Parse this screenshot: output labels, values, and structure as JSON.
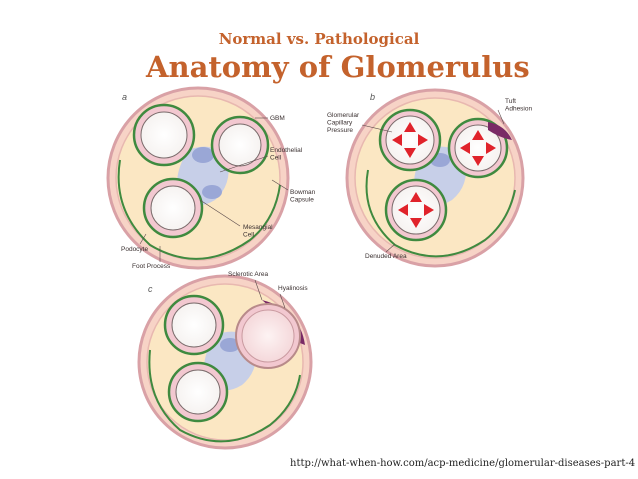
{
  "header": {
    "subtitle": "Normal vs. Pathological",
    "title": "Anatomy of Glomerulus"
  },
  "source_url": "http://what-when-how.com/acp-medicine/glomerular-diseases-part-4",
  "colors": {
    "title": "#c4622c",
    "capsule_fill": "#fbe7c3",
    "capsule_stroke": "#d9a1a6",
    "podocyte_green": "#3f8a3f",
    "mesangium": "#c7cfe8",
    "pink_cells": "#f2c8d0",
    "pressure_arrows": "#e0232b",
    "hyalinosis": "#7a2a66"
  },
  "panels": {
    "a": {
      "letter": "a",
      "labels": {
        "gbm": "GBM",
        "endothelial": "Endothelial Cell",
        "bowman": "Bowman Capsule",
        "mesangial": "Mesangial Cell",
        "podocyte": "Podocyte",
        "foot_process": "Foot Process"
      }
    },
    "b": {
      "letter": "b",
      "labels": {
        "glomerular_pressure": "Glomerular Capillary Pressure",
        "tuft_adhesion": "Tuft Adhesion",
        "denuded_area": "Denuded Area"
      }
    },
    "c": {
      "letter": "c",
      "labels": {
        "sclerotic_area": "Sclerotic Area",
        "hyalinosis": "Hyalinosis"
      }
    }
  }
}
